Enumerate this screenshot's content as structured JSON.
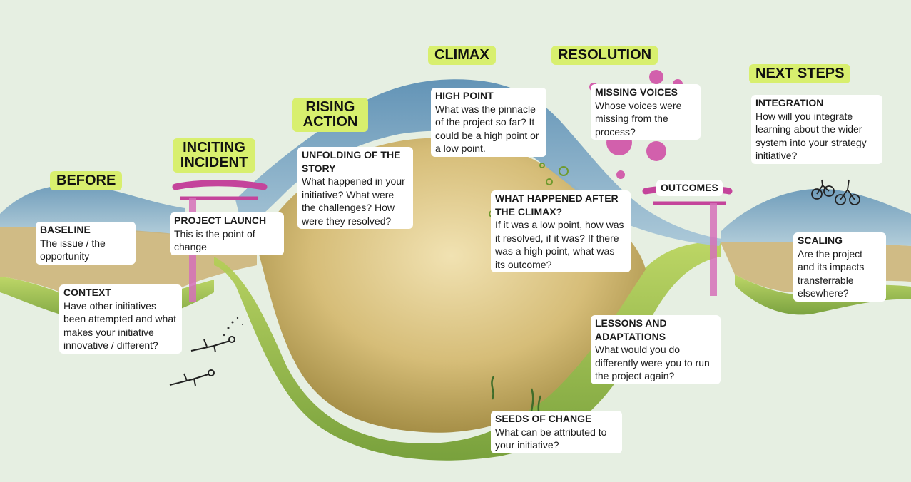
{
  "colors": {
    "paper": "#e6efe2",
    "stage_label": "#d8ef6e",
    "water_blue": "#7fa6c2",
    "earth_tan": "#cbb274",
    "grass_green": "#9cc24a",
    "arch_magenta": "#c4449b"
  },
  "icons": [
    "gate-icon",
    "diver-icon",
    "bicycle-icon",
    "bubble-icon",
    "seaweed-icon"
  ],
  "stages": {
    "before": "BEFORE",
    "inciting_incident": "INCITING INCIDENT",
    "rising_action": "RISING ACTION",
    "climax": "CLIMAX",
    "resolution": "RESOLUTION",
    "next_steps": "NEXT STEPS"
  },
  "notes": {
    "baseline": {
      "heading": "BASELINE",
      "body": "The issue / the opportunity"
    },
    "context": {
      "heading": "CONTEXT",
      "body": "Have other initiatives been attempted and what makes your initiative innovative / different?"
    },
    "project_launch": {
      "heading": "PROJECT LAUNCH",
      "body": "This is the point of change"
    },
    "unfolding": {
      "heading": "UNFOLDING OF THE STORY",
      "body": "What happened in your initiative? What were the challenges? How were they resolved?"
    },
    "high_point": {
      "heading": "HIGH POINT",
      "body": "What was the pinnacle of the project so far? It could be a high point or a low point."
    },
    "missing_voices": {
      "heading": "MISSING VOICES",
      "body": "Whose voices were missing from the process?"
    },
    "after_climax": {
      "heading": "WHAT HAPPENED AFTER THE CLIMAX?",
      "body": "If it was a low point, how was it resolved, if it was? If there was a high point, what was its outcome?"
    },
    "outcomes": {
      "heading": "OUTCOMES"
    },
    "lessons": {
      "heading": "LESSONS AND ADAPTATIONS",
      "body": "What would you do differently were you to run the project again?"
    },
    "seeds": {
      "heading": "SEEDS OF CHANGE",
      "body": "What can be attributed to your initiative?"
    },
    "integration": {
      "heading": "INTEGRATION",
      "body": "How will you integrate learning about the wider system into your strategy initiative?"
    },
    "scaling": {
      "heading": "SCALING",
      "body": "Are the project and its impacts transferrable elsewhere?"
    }
  }
}
